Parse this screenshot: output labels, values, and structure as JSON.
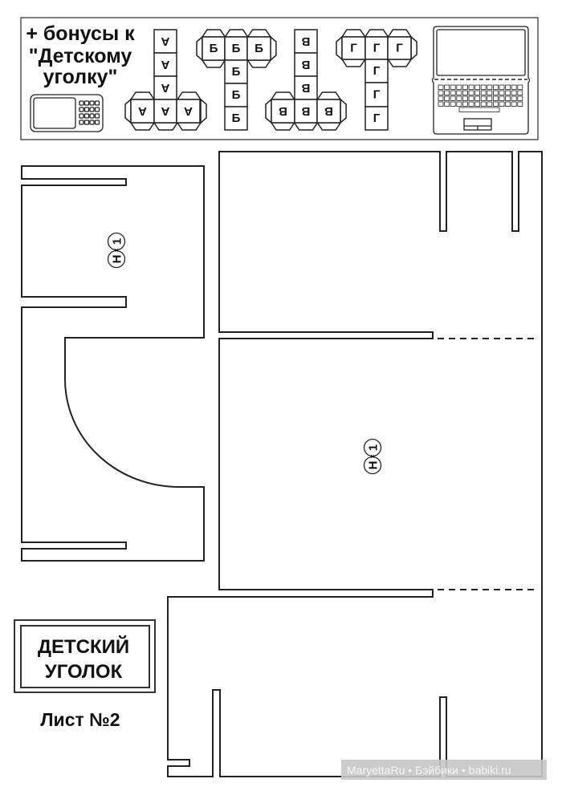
{
  "bonus_banner": {
    "title_lines": [
      "+ бонусы к",
      "\"Детскому",
      "уголку\""
    ],
    "cube_a": {
      "letter": "А"
    },
    "cube_b": {
      "letter": "Б"
    },
    "cube_v": {
      "letter": "В"
    },
    "cube_g": {
      "letter": "Г"
    },
    "icons": [
      "tablet-phone-icon",
      "laptop-icon"
    ]
  },
  "pieces": {
    "left_piece_marker": {
      "letter": "Н",
      "times": "×",
      "count": "1"
    },
    "right_piece_marker": {
      "letter": "Н",
      "times": "×",
      "count": "1"
    }
  },
  "label_box": {
    "line1": "ДЕТСКИЙ",
    "line2": "УГОЛОК"
  },
  "sheet_label": "Лист №2",
  "watermark": "MaryettaRu • Бэйбики • babiki.ru",
  "colors": {
    "line": "#222222",
    "watermark_bg": "#c6c6c6"
  }
}
